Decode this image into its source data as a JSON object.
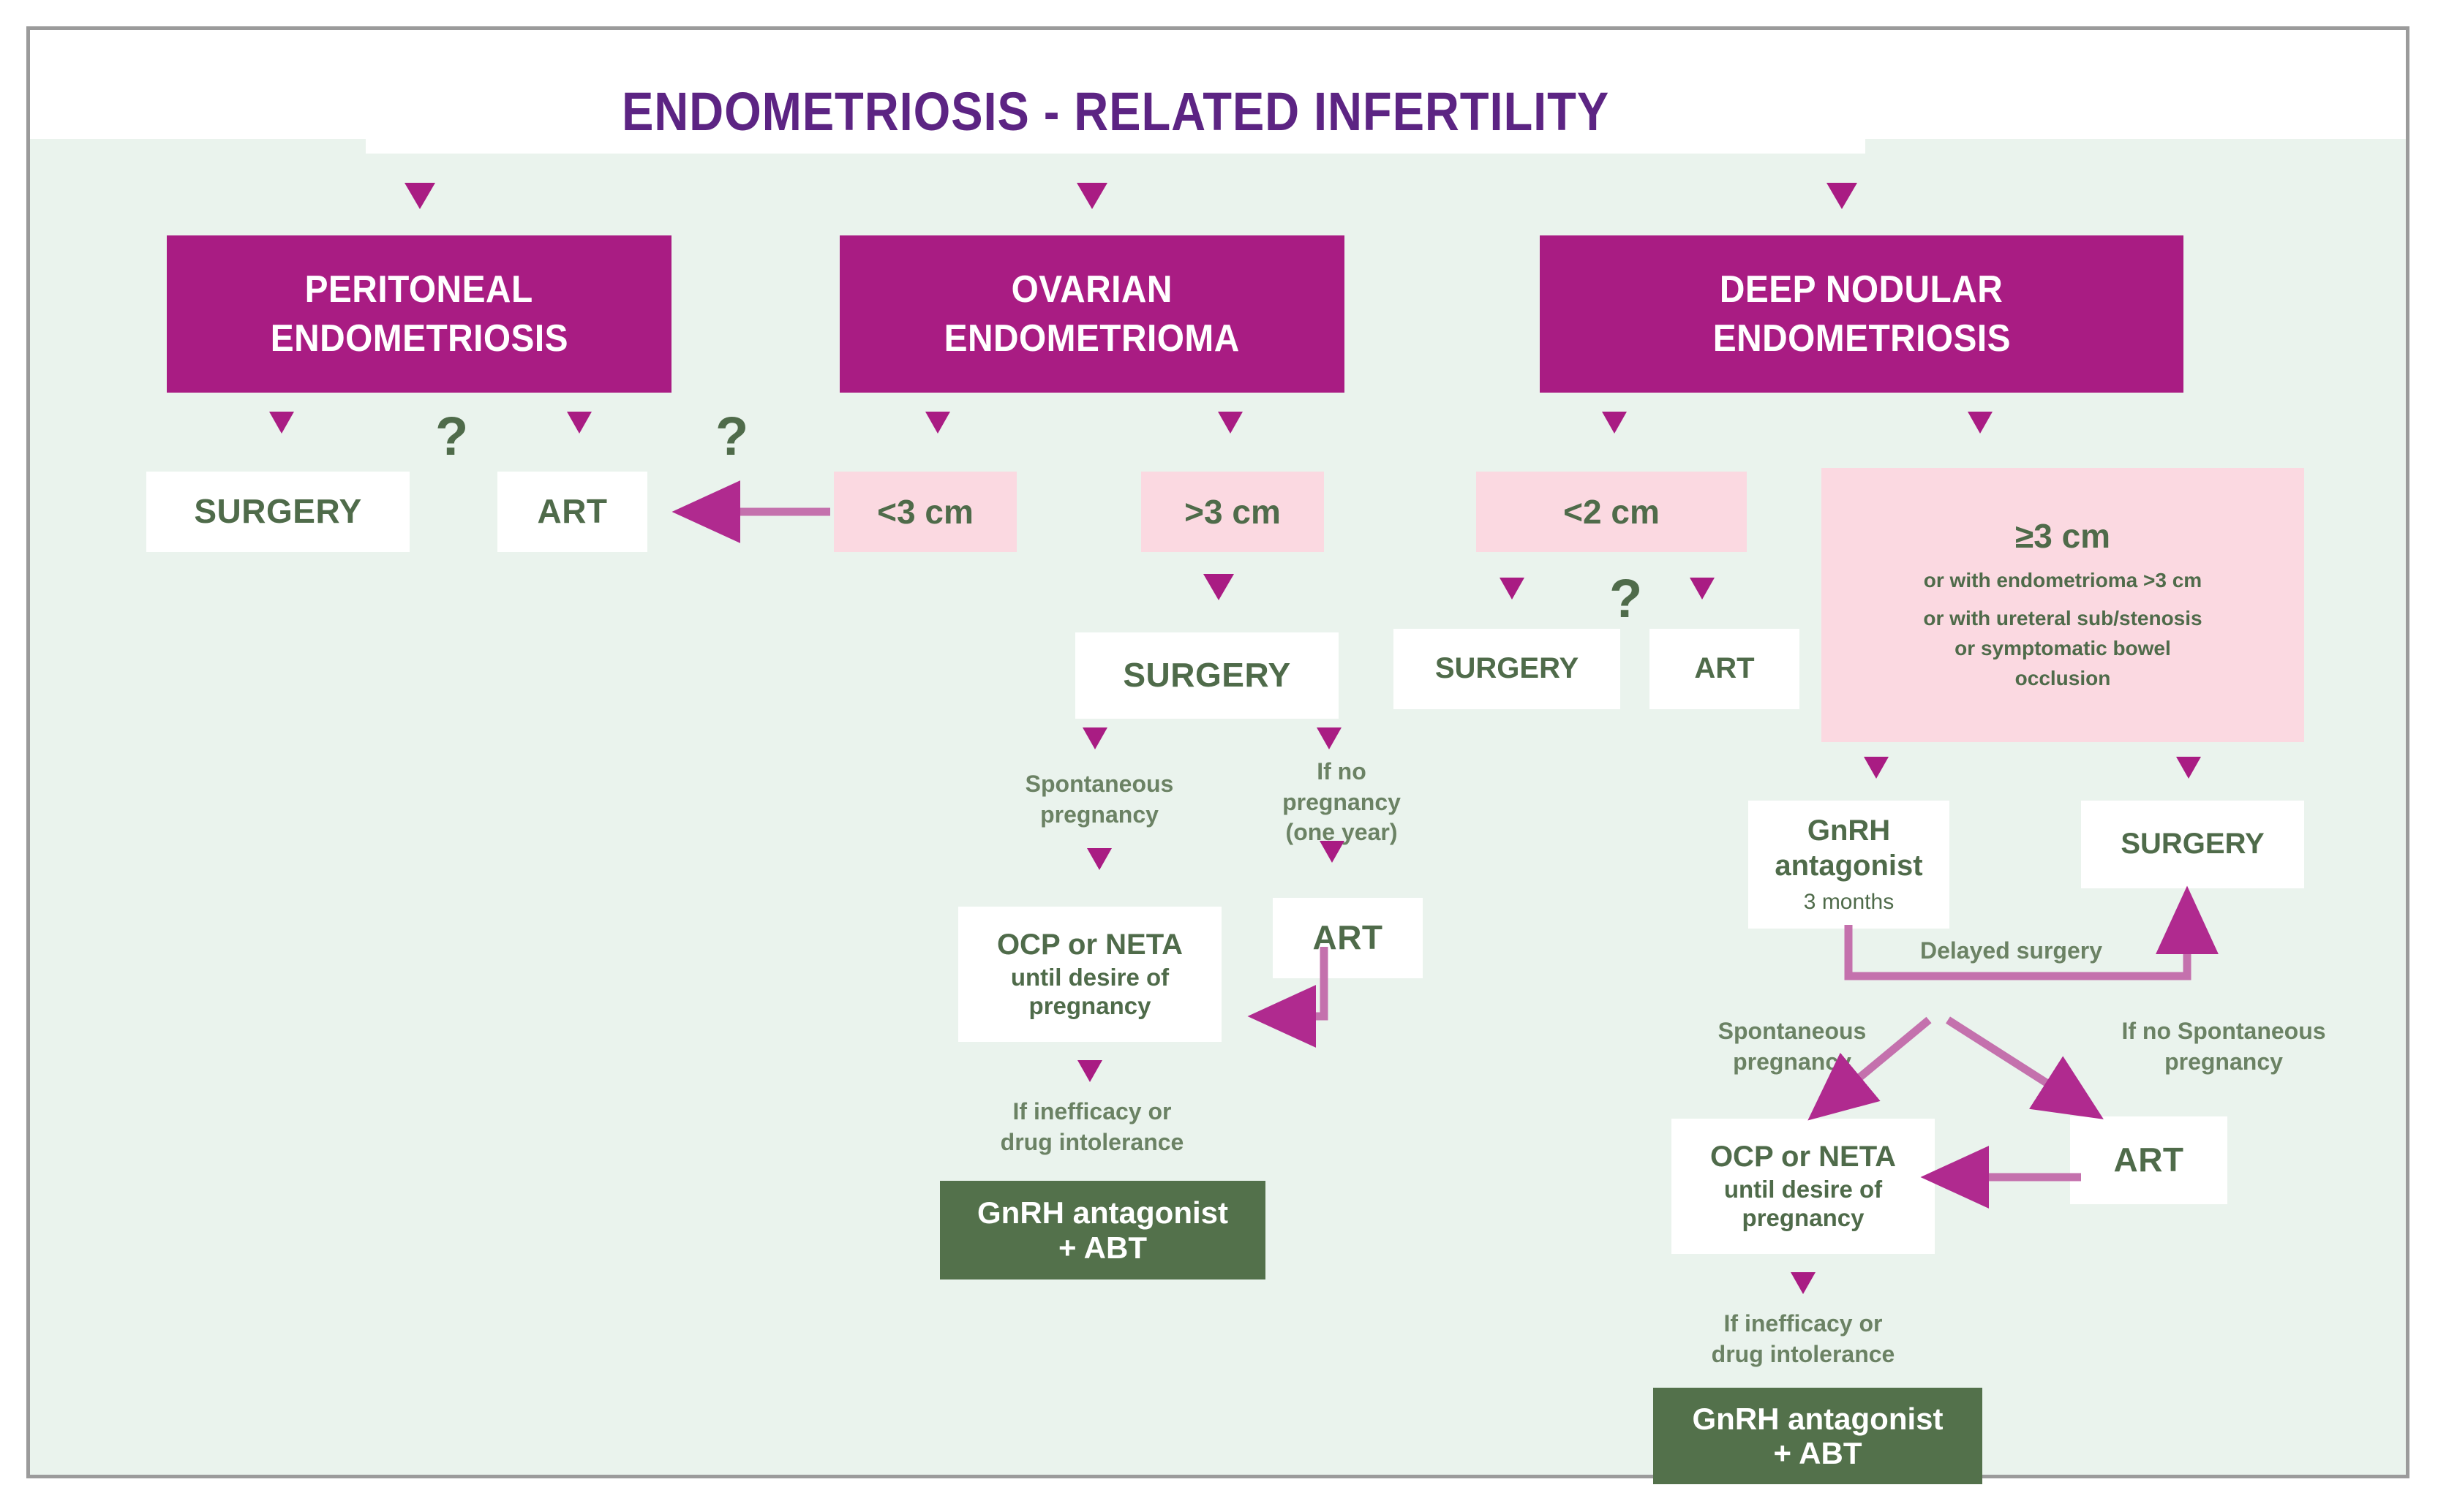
{
  "title": "ENDOMETRIOSIS - RELATED INFERTILITY",
  "colors": {
    "magenta": "#a91c83",
    "purple_title": "#5c2483",
    "green_text": "#4f6b4a",
    "green_box": "#53714b",
    "pink_box": "#fbd9e1",
    "mint_background": "#eaf3ed",
    "frame_border": "#9b9b9b",
    "arrow_line": "#c471ad"
  },
  "branches": {
    "peritoneal": {
      "header_line1": "PERITONEAL",
      "header_line2": "ENDOMETRIOSIS",
      "surgery": "SURGERY",
      "art": "ART",
      "question_1": "?",
      "question_2": "?"
    },
    "ovarian": {
      "header_line1": "OVARIAN",
      "header_line2": "ENDOMETRIOMA",
      "size_small": "<3 cm",
      "size_large": ">3 cm",
      "surgery": "SURGERY",
      "label_spontaneous_1": "Spontaneous",
      "label_spontaneous_2": "pregnancy",
      "label_nopreg_1": "If no",
      "label_nopreg_2": "pregnancy",
      "label_nopreg_3": "(one year)",
      "ocp_line1": "OCP or NETA",
      "ocp_line2": "until desire  of",
      "ocp_line3": "pregnancy",
      "art": "ART",
      "label_inefficacy_1": "If inefficacy or",
      "label_inefficacy_2": "drug intolerance",
      "gnrh_line1": "GnRH antagonist",
      "gnrh_line2": "+ ABT"
    },
    "deep_nodular": {
      "header_line1": "DEEP NODULAR",
      "header_line2": "ENDOMETRIOSIS",
      "size_small": "<2 cm",
      "question": "?",
      "surgery_small": "SURGERY",
      "art_small": "ART",
      "criteria_title": "≥3 cm",
      "criteria_line1": "or with endometrioma >3 cm",
      "criteria_line2": "or with ureteral  sub/stenosis",
      "criteria_line3": "or symptomatic  bowel",
      "criteria_line4": "occlusion",
      "gnrh_ant_line1": "GnRH",
      "gnrh_ant_line2": "antagonist",
      "gnrh_ant_duration": "3 months",
      "surgery_large": "SURGERY",
      "label_delayed_surgery": "Delayed surgery",
      "label_spontaneous_1": "Spontaneous",
      "label_spontaneous_2": "pregnancy",
      "label_nospont_1": "If no Spontaneous",
      "label_nospont_2": "pregnancy",
      "ocp_line1": "OCP or NETA",
      "ocp_line2": "until desire  of",
      "ocp_line3": "pregnancy",
      "art": "ART",
      "label_inefficacy_1": "If inefficacy or",
      "label_inefficacy_2": "drug intolerance",
      "gnrh_abt_line1": "GnRH antagonist",
      "gnrh_abt_line2": "+ ABT"
    }
  }
}
